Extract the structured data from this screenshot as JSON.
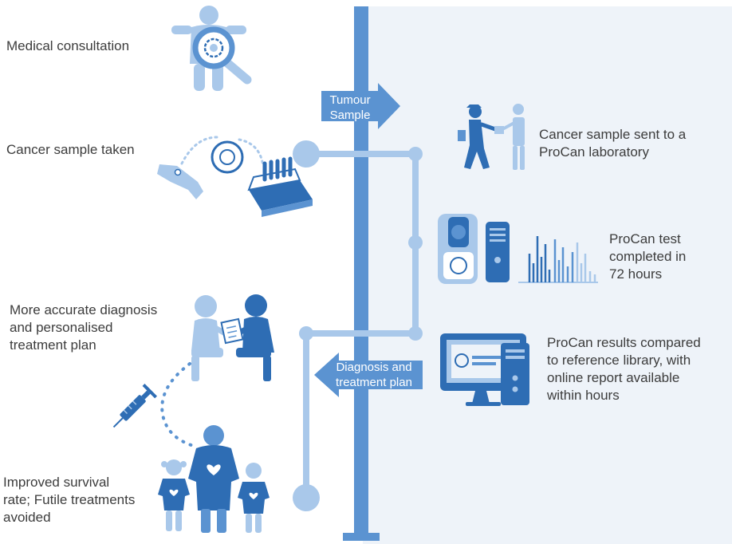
{
  "steps_left": {
    "consultation": "Medical consultation",
    "sample_taken": "Cancer  sample taken",
    "diagnosis": "More accurate diagnosis\nand personalised\ntreatment plan",
    "outcome": "Improved survival\nrate; Futile treatments\navoided"
  },
  "steps_right": {
    "sample_sent": "Cancer sample sent to a\nProCan laboratory",
    "test_completed": "ProCan test\ncompleted in\n72 hours",
    "results_compared": "ProCan results compared\nto reference library, with\nonline report available\nwithin hours"
  },
  "arrows": {
    "tumour_sample": "Tumour\nSample",
    "diagnosis_plan": "Diagnosis and\ntreatment plan"
  },
  "colors": {
    "dark_blue": "#2e6db4",
    "mid_blue": "#5b93d1",
    "light_blue": "#a9c8ea",
    "pale_blue": "#eef3f9",
    "text": "#3c3c3c"
  }
}
